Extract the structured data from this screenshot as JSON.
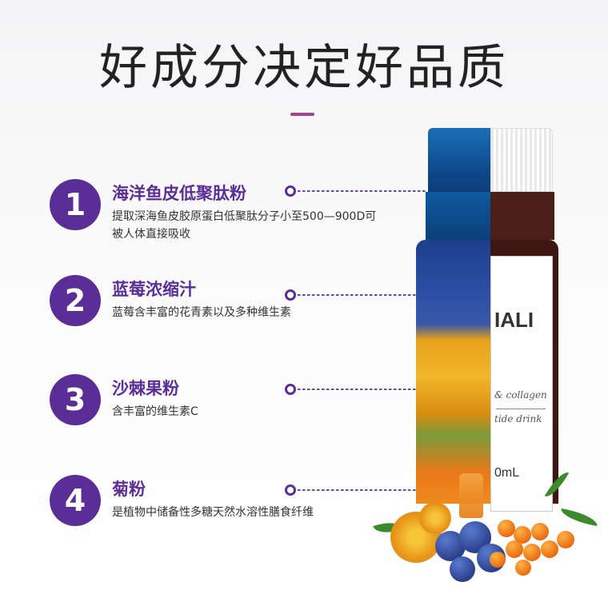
{
  "title": "好成分决定好品质",
  "colors": {
    "accent": "#5b2e97",
    "title_accent": "#a0458f"
  },
  "features": [
    {
      "number": "1",
      "title": "海洋鱼皮低聚肽粉",
      "desc": "提取深海鱼皮胶原蛋白低聚肽分子小至500—900D可被人体直接吸收"
    },
    {
      "number": "2",
      "title": "蓝莓浓缩汁",
      "desc": "蓝莓含丰富的花青素以及多种维生素"
    },
    {
      "number": "3",
      "title": "沙棘果粉",
      "desc": "含丰富的维生素C"
    },
    {
      "number": "4",
      "title": "菊粉",
      "desc": "是植物中储备性多糖天然水溶性膳食纤维"
    }
  ],
  "bottle_label": {
    "brand": "IALI",
    "line1": "& collagen",
    "line2": "tide drink",
    "volume": "0mL"
  }
}
